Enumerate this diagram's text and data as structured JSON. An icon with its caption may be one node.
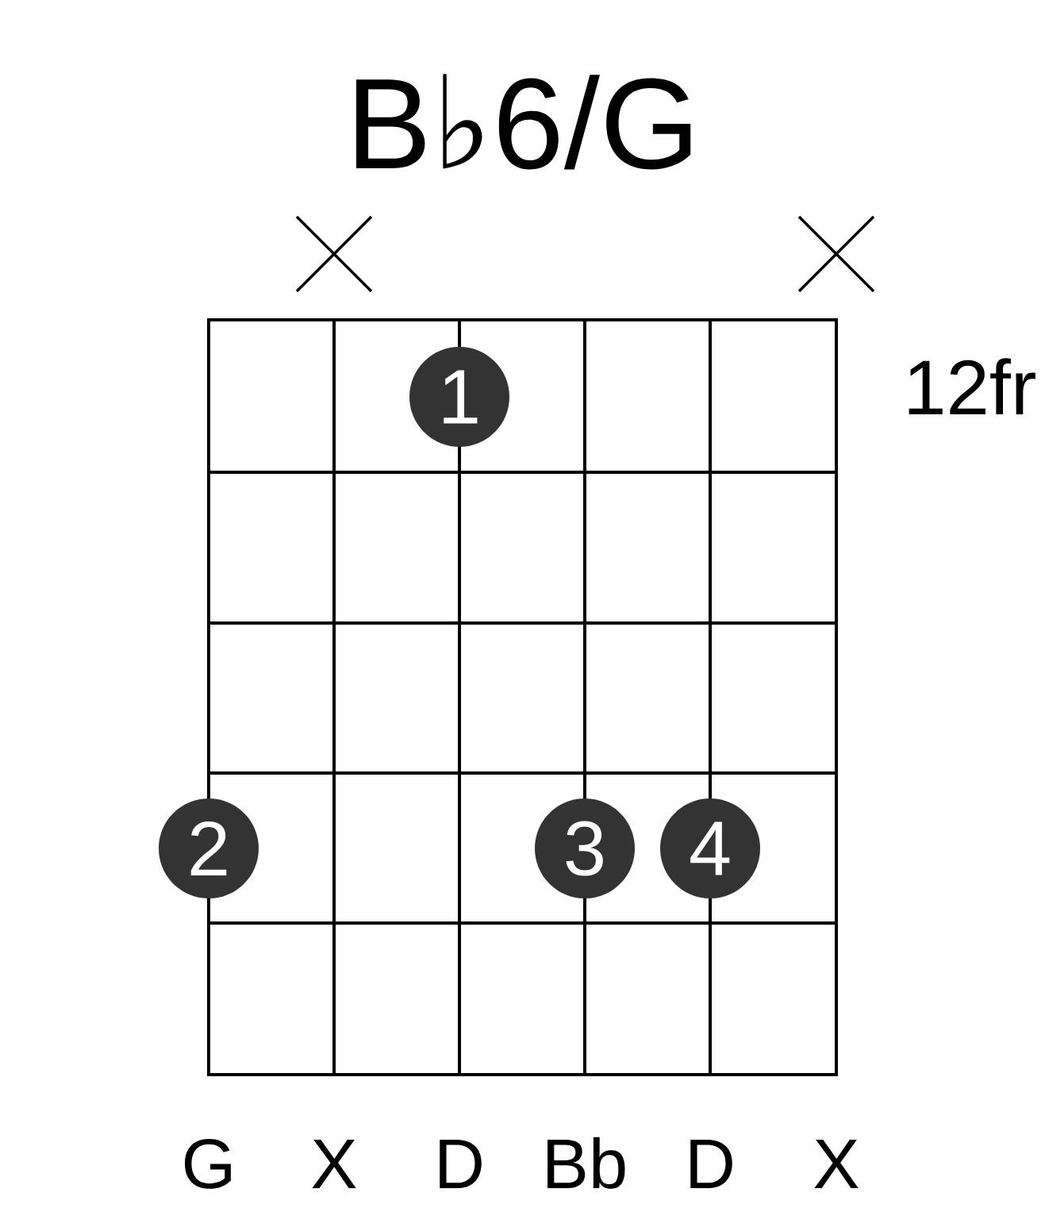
{
  "diagram": {
    "title": "B♭6/G",
    "nodes": [
      {
        "text": [
          "1"
        ]
      },
      {
        "text": [
          "2"
        ]
      },
      {
        "text": [
          "3"
        ]
      },
      {
        "text": [
          "4"
        ]
      }
    ],
    "labels": [
      "12fr",
      "G",
      "X",
      "D",
      "Bb",
      "D",
      "X"
    ]
  }
}
